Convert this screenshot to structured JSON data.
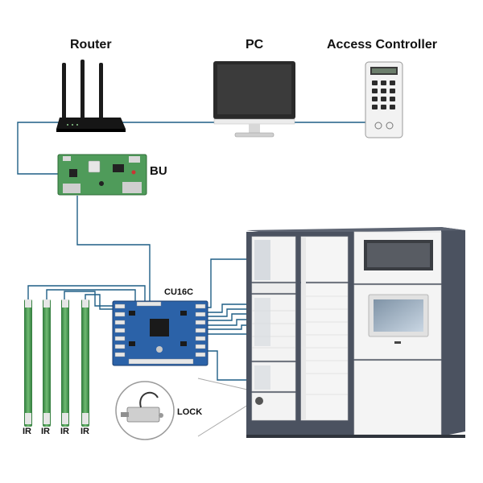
{
  "labels": {
    "router": "Router",
    "pc": "PC",
    "access_controller": "Access Controller",
    "bu": "BU",
    "cu16c": "CU16C",
    "lock": "LOCK",
    "ir": [
      "IR",
      "IR",
      "IR",
      "IR"
    ]
  },
  "colors": {
    "wire": "#1f5f86",
    "connector_line": "#aaaaaa",
    "pcb_green": "#4f9b5a",
    "pcb_blue": "#2b62a8",
    "locker_frame": "#4b5260",
    "locker_door": "#f3f3f3"
  },
  "icons": [
    "router-icon",
    "monitor-icon",
    "keypad-icon",
    "pcb-board-icon",
    "control-board-icon",
    "ir-sensor-icon",
    "lock-icon",
    "locker-cabinet-icon"
  ]
}
